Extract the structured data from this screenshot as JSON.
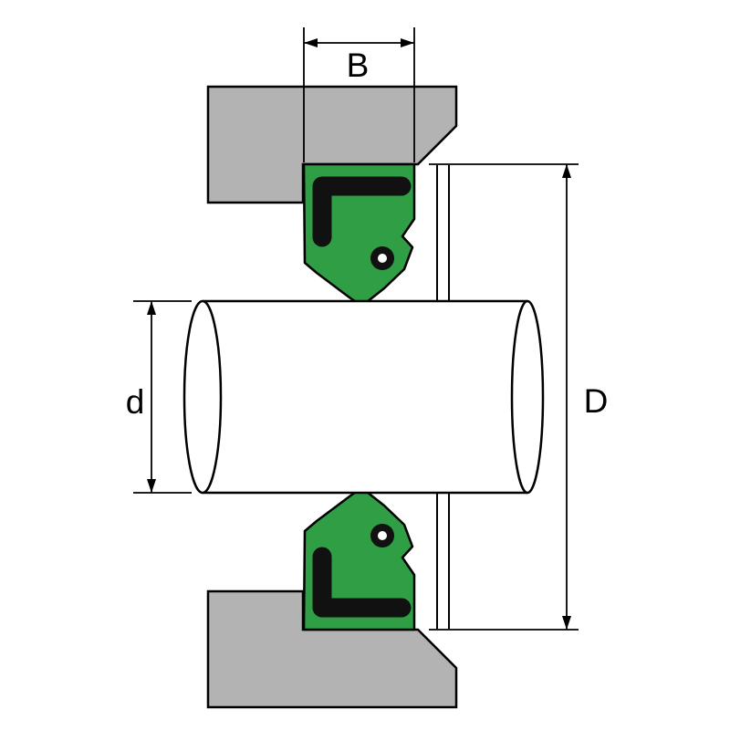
{
  "diagram": {
    "labels": {
      "seal_width": "B",
      "shaft_diameter": "d",
      "bore_diameter": "D"
    },
    "colors": {
      "housing": "#b3b3b3",
      "seal_body": "#2f9e44",
      "metal_case": "#111111",
      "outline": "#000000",
      "background": "#ffffff"
    }
  }
}
